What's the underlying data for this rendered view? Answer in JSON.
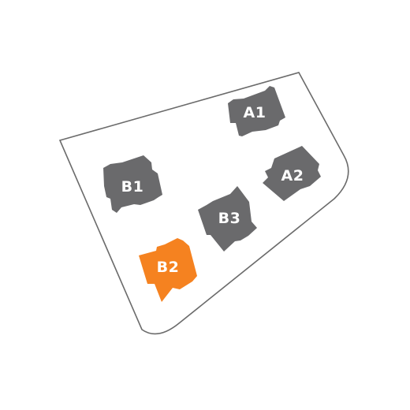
{
  "site_plan": {
    "colors": {
      "outline": "#6b6b6b",
      "building_default": "#6a6a6c",
      "building_highlight": "#f58220",
      "label_text": "#ffffff"
    },
    "selected_building": "B2",
    "buildings": [
      {
        "id": "a1",
        "label": "A1",
        "state": "default"
      },
      {
        "id": "a2",
        "label": "A2",
        "state": "default"
      },
      {
        "id": "b1",
        "label": "B1",
        "state": "default"
      },
      {
        "id": "b2",
        "label": "B2",
        "state": "highlighted"
      },
      {
        "id": "b3",
        "label": "B3",
        "state": "default"
      }
    ]
  }
}
